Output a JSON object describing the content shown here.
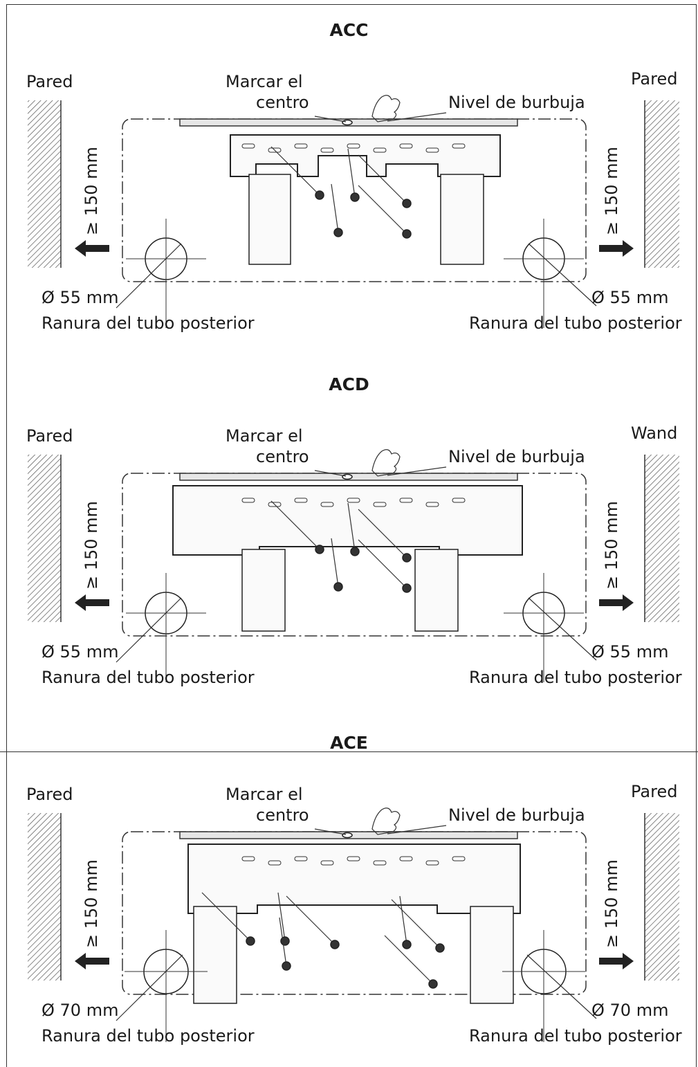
{
  "panels": [
    {
      "title": "ACC",
      "wall_left": "Pared",
      "wall_right": "Pared",
      "mark_center": [
        "Marcar el",
        "centro"
      ],
      "level": "Nivel de burbuja",
      "clearance_left": "≥ 150 mm",
      "clearance_right": "≥ 150 mm",
      "diameter_left": "Ø 55 mm",
      "diameter_right": "Ø 55 mm",
      "slot_left": "Ranura del tubo posterior",
      "slot_right": "Ranura del tubo posterior"
    },
    {
      "title": "ACD",
      "wall_left": "Pared",
      "wall_right": "Wand",
      "mark_center": [
        "Marcar el",
        "centro"
      ],
      "level": "Nivel de burbuja",
      "clearance_left": "≥ 150 mm",
      "clearance_right": "≥ 150 mm",
      "diameter_left": "Ø 55 mm",
      "diameter_right": "Ø 55 mm",
      "slot_left": "Ranura del tubo posterior",
      "slot_right": "Ranura del tubo posterior"
    },
    {
      "title": "ACE",
      "wall_left": "Pared",
      "wall_right": "Pared",
      "mark_center": [
        "Marcar el",
        "centro"
      ],
      "level": "Nivel de burbuja",
      "clearance_left": "≥ 150 mm",
      "clearance_right": "≥ 150 mm",
      "diameter_left": "Ø 70 mm",
      "diameter_right": "Ø 70 mm",
      "slot_left": "Ranura del tubo posterior",
      "slot_right": "Ranura del tubo posterior"
    }
  ]
}
